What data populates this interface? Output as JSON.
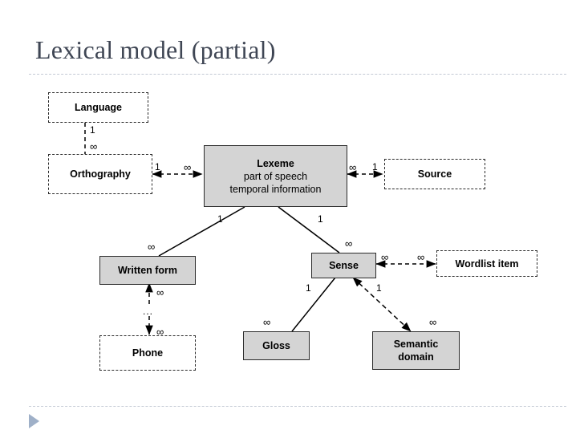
{
  "slide": {
    "title": "Lexical model (partial)",
    "accent_color": "#9fb0c8",
    "title_color": "#3f4654",
    "rule_color": "#c3c9d4",
    "box_fill_solid": "#d4d4d4",
    "box_fill_dashed": "#ffffff",
    "box_stroke": "#2b2b2b"
  },
  "diagram": {
    "type": "entity-relationship",
    "nodes": [
      {
        "id": "language",
        "label": "Language",
        "style": "dashed"
      },
      {
        "id": "orthography",
        "label": "Orthography",
        "style": "dashed"
      },
      {
        "id": "lexeme",
        "label": "Lexeme",
        "style": "solid",
        "sub_lines": [
          "part of speech",
          "temporal information"
        ]
      },
      {
        "id": "source",
        "label": "Source",
        "style": "dashed"
      },
      {
        "id": "written-form",
        "label": "Written form",
        "style": "solid"
      },
      {
        "id": "phone",
        "label": "Phone",
        "style": "dashed"
      },
      {
        "id": "sense",
        "label": "Sense",
        "style": "solid"
      },
      {
        "id": "wordlist-item",
        "label": "Wordlist item",
        "style": "dashed"
      },
      {
        "id": "gloss",
        "label": "Gloss",
        "style": "solid"
      },
      {
        "id": "semantic-domain",
        "label_line1": "Semantic",
        "label_line2": "domain",
        "style": "solid"
      }
    ],
    "edges": [
      {
        "from": "language",
        "to": "orthography",
        "line": "dashed",
        "arrows": "none",
        "from_card": "1",
        "to_card": "∞"
      },
      {
        "from": "orthography",
        "to": "lexeme",
        "line": "dashed",
        "arrows": "both",
        "from_card": "1",
        "to_card": "∞"
      },
      {
        "from": "lexeme",
        "to": "source",
        "line": "dashed",
        "arrows": "both",
        "from_card": "∞",
        "to_card": "1"
      },
      {
        "from": "lexeme",
        "to": "written-form",
        "line": "solid",
        "arrows": "none",
        "from_card": "1",
        "to_card": "∞"
      },
      {
        "from": "lexeme",
        "to": "sense",
        "line": "solid",
        "arrows": "none",
        "from_card": "1",
        "to_card": "∞"
      },
      {
        "from": "written-form",
        "to": "phone",
        "line": "dashed",
        "arrows": "both",
        "from_card": "∞",
        "to_card": "∞",
        "note": "..."
      },
      {
        "from": "sense",
        "to": "wordlist-item",
        "line": "dashed",
        "arrows": "both",
        "from_card": "∞",
        "to_card": "∞"
      },
      {
        "from": "sense",
        "to": "gloss",
        "line": "solid",
        "arrows": "none",
        "from_card": "1",
        "to_card": "∞"
      },
      {
        "from": "sense",
        "to": "semantic-domain",
        "line": "dashed",
        "arrows": "both",
        "from_card": "1",
        "to_card": "∞"
      }
    ],
    "cardinality_labels": {
      "language_orthography_one": "1",
      "language_orthography_many": "∞",
      "orthography_one": "1",
      "lexeme_left_many": "∞",
      "lexeme_right_many": "∞",
      "source_one": "1",
      "lexeme_to_writtenform_one": "1",
      "lexeme_to_sense_one": "1",
      "writtenform_many": "∞",
      "sense_top_many": "∞",
      "writtenform_phone_upper_many": "∞",
      "writtenform_phone_lower_many": "∞",
      "phone_ellipsis": "...",
      "sense_right_many": "∞",
      "wordlist_many": "∞",
      "sense_to_gloss_one": "1",
      "sense_to_semantic_one": "1",
      "gloss_many": "∞",
      "semantic_many": "∞"
    }
  }
}
